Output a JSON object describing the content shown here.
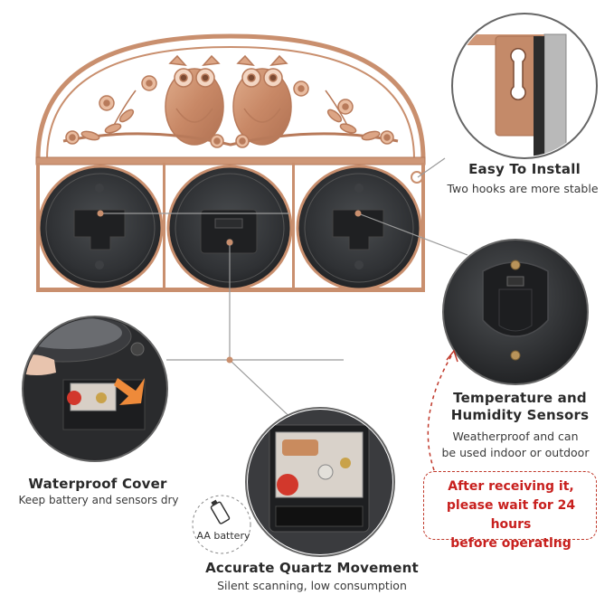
{
  "features": {
    "install": {
      "title": "Easy To Install",
      "subtitle": "Two hooks are more stable"
    },
    "sensors": {
      "title_line1": "Temperature and",
      "title_line2": "Humidity Sensors",
      "subtitle_line1": "Weatherproof and can",
      "subtitle_line2": "be used indoor or outdoor"
    },
    "waterproof": {
      "title": "Waterproof Cover",
      "subtitle": "Keep battery and sensors dry"
    },
    "movement": {
      "title": "Accurate Quartz Movement",
      "subtitle": "Silent scanning, low consumption",
      "battery_label": "AA battery"
    }
  },
  "warning": {
    "line1": "After receiving it,",
    "line2": "please wait for 24 hours",
    "line3": "before operating",
    "color": "#c8201e"
  },
  "product": {
    "frame_color": "#c98f6e",
    "dial_color": "#2e3032",
    "decoration": "twin owls with flowers and vines",
    "gauge_count": 3
  },
  "icons": [
    "battery-icon",
    "arrow-icon"
  ]
}
